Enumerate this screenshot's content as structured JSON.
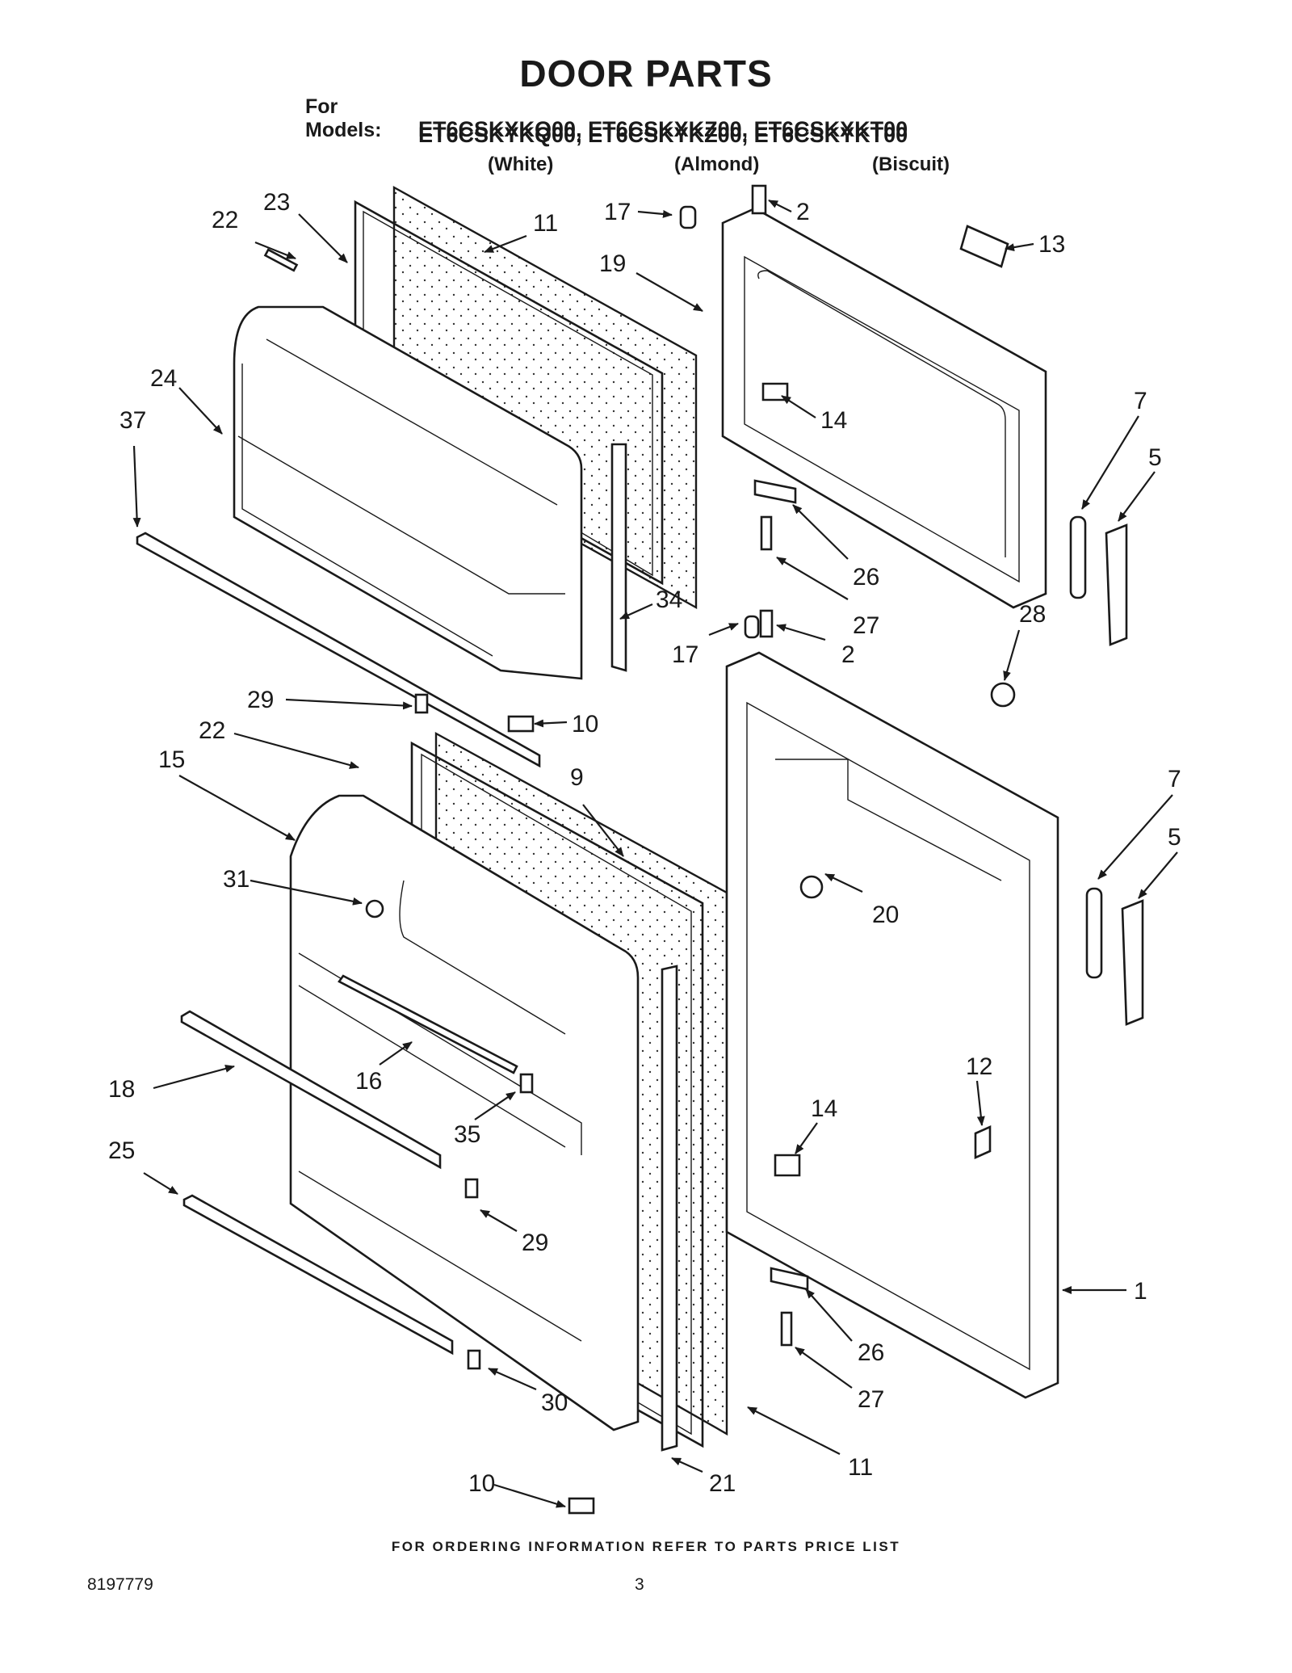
{
  "title": "DOOR PARTS",
  "models": {
    "label": "For Models:",
    "line1": "ET6CSKXKQ00, ET6CSKXKZ00, ET6CSKXKT00",
    "line2": "ET6CSKYKQ00, ET6CSKYKZ00, ET6CSKYKT00"
  },
  "colors": [
    "(White)",
    "(Almond)",
    "(Biscuit)"
  ],
  "callouts": {
    "c22a": "22",
    "c23": "23",
    "c11a": "11",
    "c17a": "17",
    "c2a": "2",
    "c13": "13",
    "c19": "19",
    "c24": "24",
    "c37": "37",
    "c14a": "14",
    "c7a": "7",
    "c5a": "5",
    "c26a": "26",
    "c27a": "27",
    "c34": "34",
    "c28": "28",
    "c17b": "17",
    "c2b": "2",
    "c29a": "29",
    "c10a": "10",
    "c22b": "22",
    "c15": "15",
    "c9": "9",
    "c7b": "7",
    "c5b": "5",
    "c31": "31",
    "c20": "20",
    "c18": "18",
    "c16": "16",
    "c12": "12",
    "c35": "35",
    "c14b": "14",
    "c25": "25",
    "c29b": "29",
    "c1": "1",
    "c26b": "26",
    "c27b": "27",
    "c30": "30",
    "c11b": "11",
    "c10b": "10",
    "c21": "21"
  },
  "footer": {
    "note": "FOR ORDERING INFORMATION REFER TO PARTS PRICE LIST",
    "doc_number": "8197779",
    "page": "3"
  }
}
